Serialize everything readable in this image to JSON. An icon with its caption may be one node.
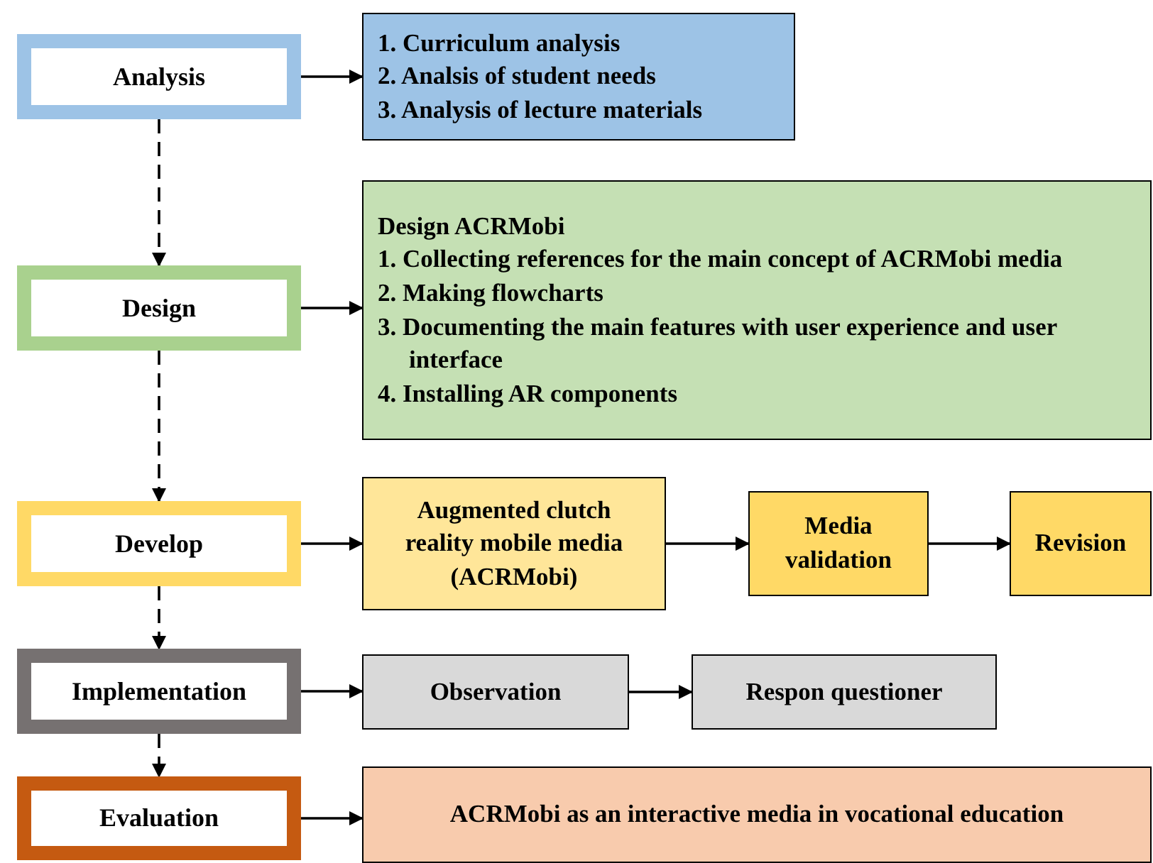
{
  "diagram": {
    "nodes": [
      {
        "text": [
          "Analysis"
        ]
      },
      {
        "text": [
          "1. Curriculum analysis",
          "2. Analsis of student needs",
          "3. Analysis of lecture materials"
        ]
      },
      {
        "text": [
          "Design"
        ]
      },
      {
        "text": [
          "Design ACRMobi",
          "1. Collecting references for the main concept of ACRMobi media",
          "2. Making flowcharts",
          "3. Documenting the main features with user experience and user interface",
          "4. Installing AR components"
        ]
      },
      {
        "text": [
          "Develop"
        ]
      },
      {
        "text": [
          "Augmented clutch reality mobile media (ACRMobi)"
        ]
      },
      {
        "text": [
          "Media validation"
        ]
      },
      {
        "text": [
          "Revision"
        ]
      },
      {
        "text": [
          "Implementation"
        ]
      },
      {
        "text": [
          "Observation"
        ]
      },
      {
        "text": [
          "Respon questioner"
        ]
      },
      {
        "text": [
          "Evaluation"
        ]
      },
      {
        "text": [
          "ACRMobi as an interactive media in vocational education"
        ]
      }
    ],
    "edges": [
      {
        "from": 0,
        "to": 1,
        "arrow": "to"
      },
      {
        "from": 0,
        "to": 2,
        "arrow": "to",
        "style": "dashed"
      },
      {
        "from": 2,
        "to": 3,
        "arrow": "to"
      },
      {
        "from": 2,
        "to": 4,
        "arrow": "to",
        "style": "dashed"
      },
      {
        "from": 4,
        "to": 5,
        "arrow": "to"
      },
      {
        "from": 5,
        "to": 6,
        "arrow": "to"
      },
      {
        "from": 6,
        "to": 7,
        "arrow": "to"
      },
      {
        "from": 4,
        "to": 8,
        "arrow": "to",
        "style": "dashed"
      },
      {
        "from": 8,
        "to": 9,
        "arrow": "to"
      },
      {
        "from": 9,
        "to": 10,
        "arrow": "to"
      },
      {
        "from": 8,
        "to": 11,
        "arrow": "to",
        "style": "dashed"
      },
      {
        "from": 11,
        "to": 12,
        "arrow": "to"
      }
    ]
  }
}
